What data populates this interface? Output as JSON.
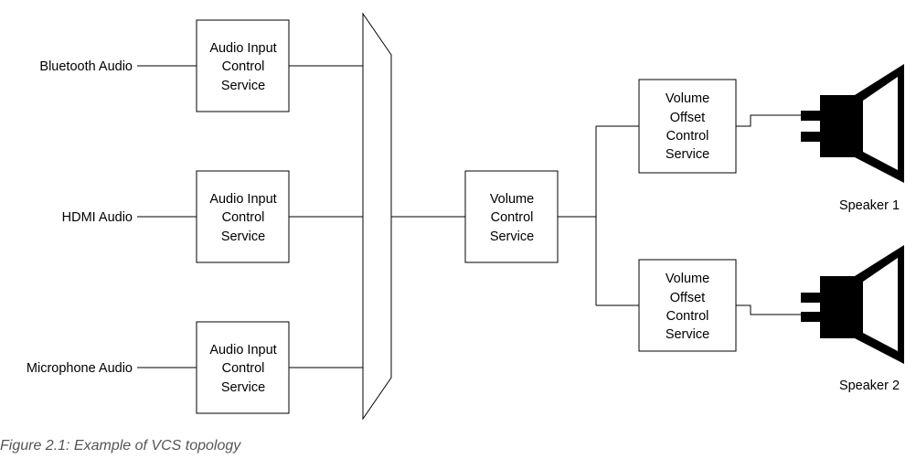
{
  "inputs": [
    {
      "label": "Bluetooth Audio",
      "box": [
        "Audio Input",
        "Control",
        "Service"
      ]
    },
    {
      "label": "HDMI Audio",
      "box": [
        "Audio Input",
        "Control",
        "Service"
      ]
    },
    {
      "label": "Microphone Audio",
      "box": [
        "Audio Input",
        "Control",
        "Service"
      ]
    }
  ],
  "volume_control": [
    "Volume",
    "Control",
    "Service"
  ],
  "outputs": [
    {
      "box": [
        "Volume",
        "Offset",
        "Control",
        "Service"
      ],
      "speaker_label": "Speaker 1"
    },
    {
      "box": [
        "Volume",
        "Offset",
        "Control",
        "Service"
      ],
      "speaker_label": "Speaker 2"
    }
  ],
  "caption": "Figure 2.1: Example of VCS topology"
}
